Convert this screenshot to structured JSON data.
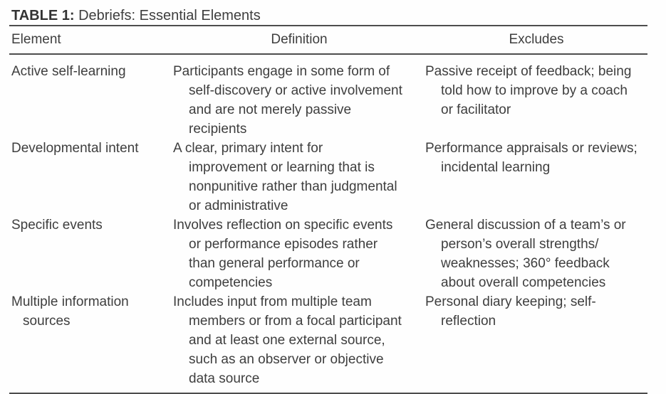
{
  "page": {
    "background": "#fefefe",
    "text_color": "#3e3e3e",
    "rule_color": "#4d4d4d"
  },
  "title": {
    "label": "TABLE 1:",
    "text": " Debriefs: Essential Elements"
  },
  "table": {
    "headers": [
      "Element",
      "Definition",
      "Excludes"
    ],
    "rows": [
      {
        "element": "Active self-learning",
        "definition": "Participants engage in some form of self-discovery or active involvement and are not merely passive recipients",
        "excludes": "Passive receipt of feedback; being told how to improve by a coach or facilitator"
      },
      {
        "element": "Developmental intent",
        "definition": "A clear, primary intent for improvement or learning that is nonpunitive rather than judgmental or administrative",
        "excludes": "Performance appraisals or reviews; incidental learning"
      },
      {
        "element": "Specific events",
        "definition": "Involves reflection on specific events or performance episodes rather than general performance or competencies",
        "excludes": "General discussion of a team’s or person’s overall strengths/ weaknesses; 360° feedback about overall competencies"
      },
      {
        "element": "Multiple information sources",
        "definition": "Includes input from multiple team members or from a focal participant and at least one external source, such as an observer or objective data source",
        "excludes": "Personal diary keeping; self-reflection"
      }
    ]
  }
}
